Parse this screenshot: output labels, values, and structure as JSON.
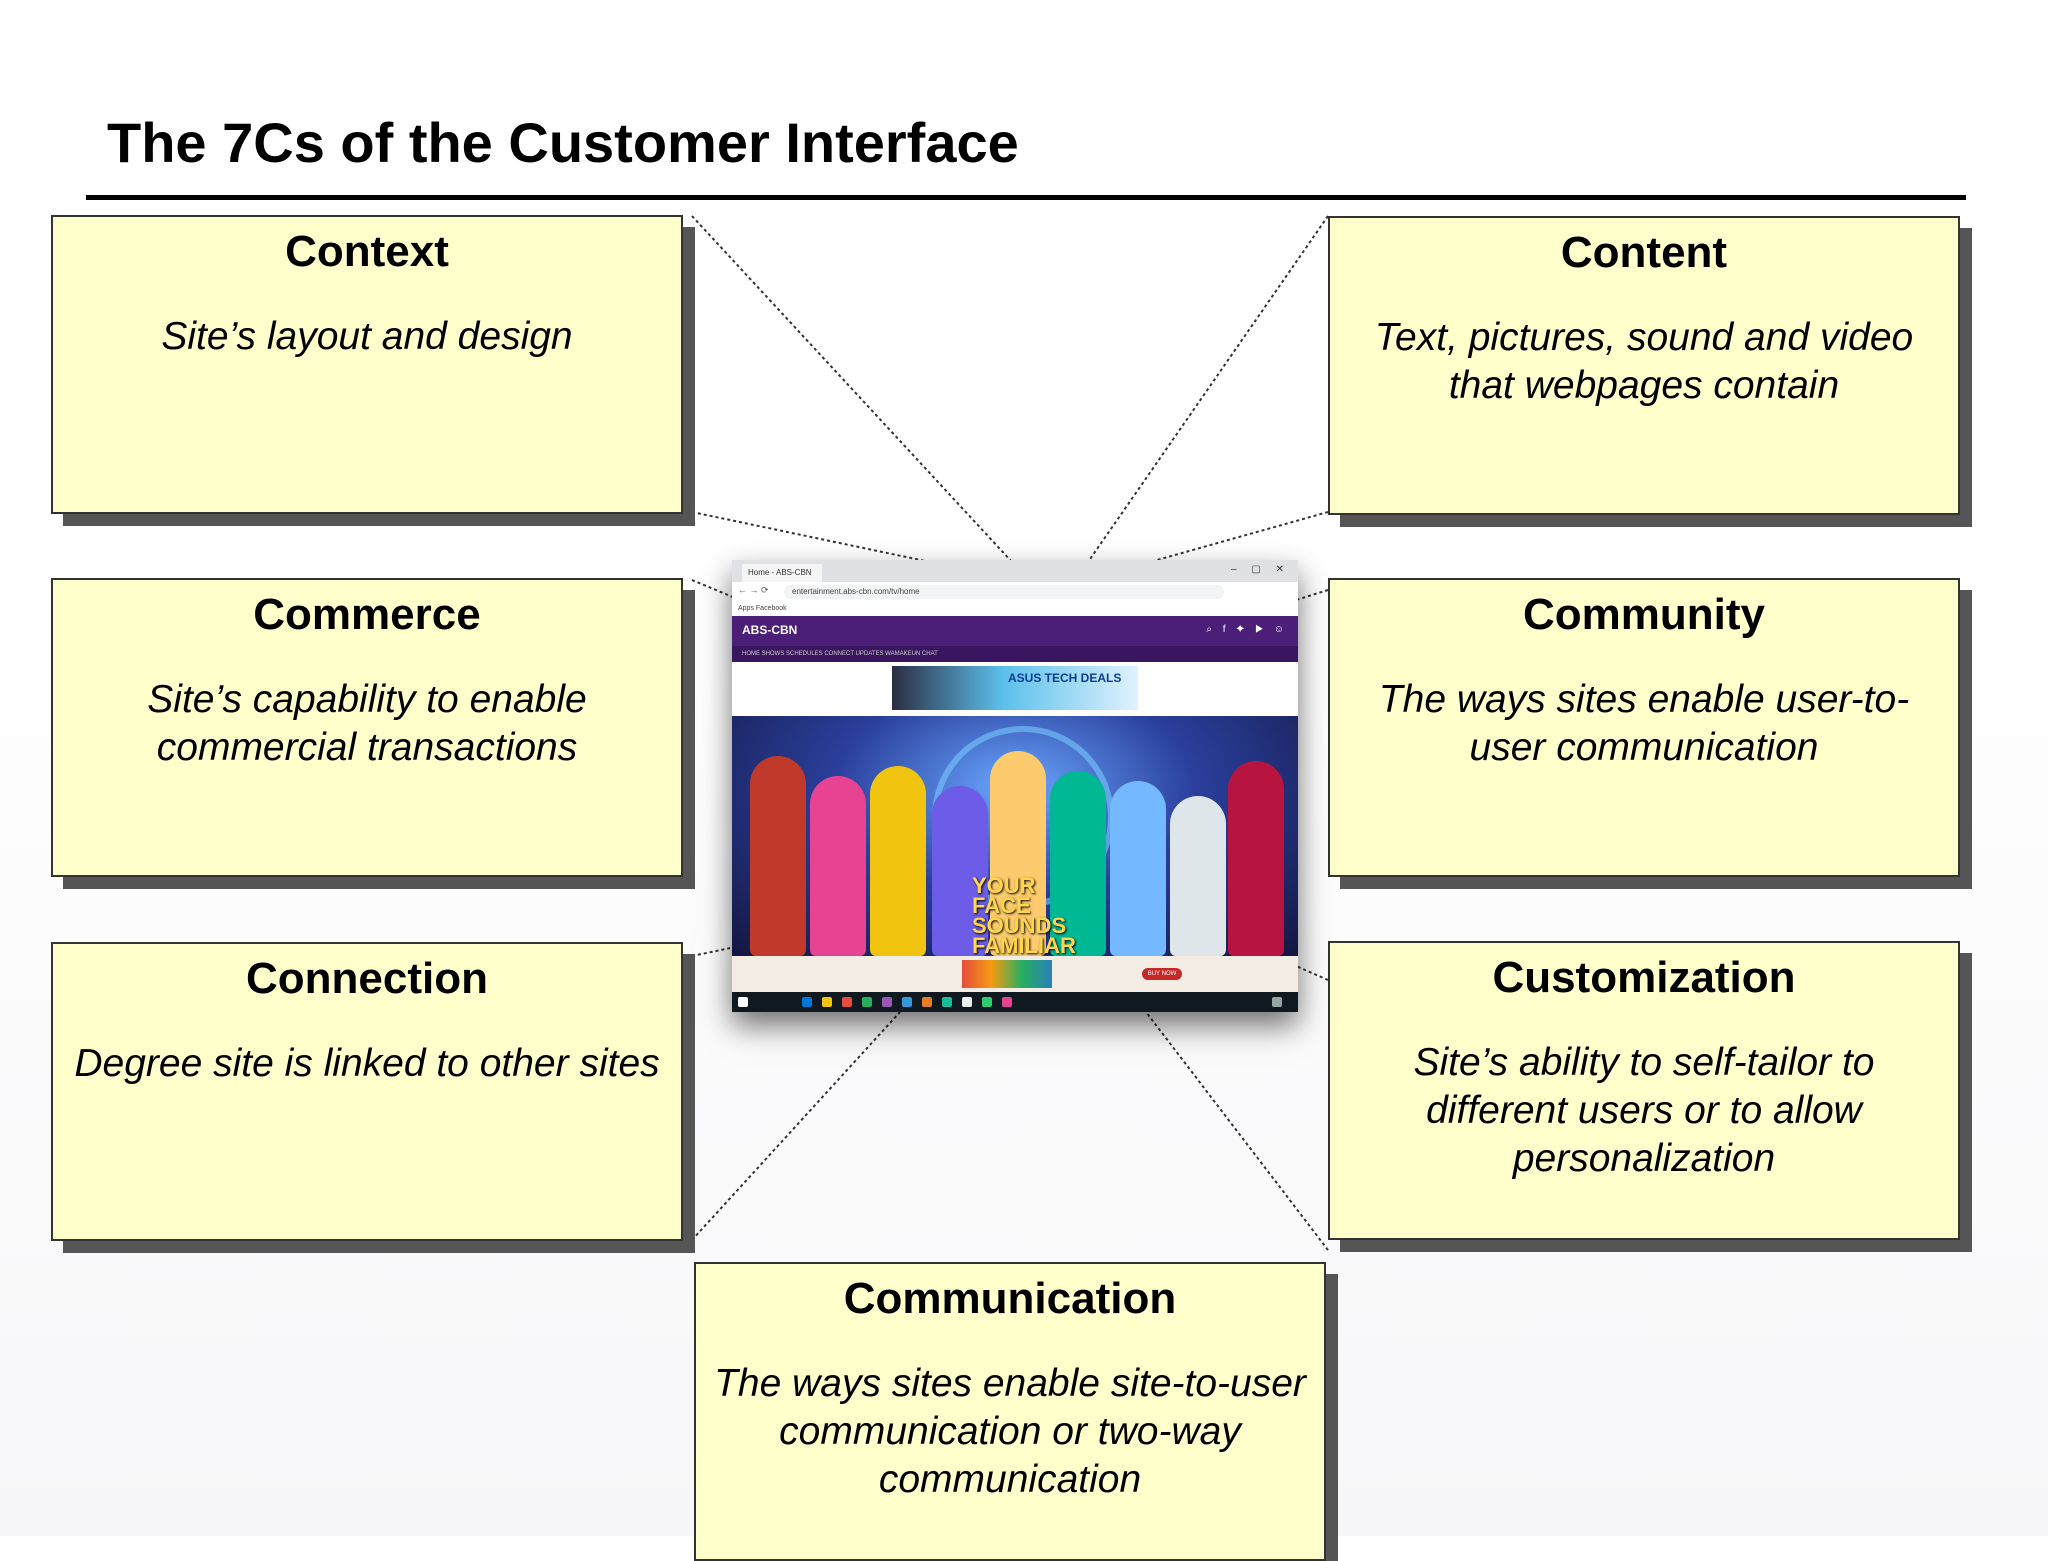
{
  "title": "The 7Cs of the Customer Interface",
  "boxes": {
    "context": {
      "heading": "Context",
      "text": "Site’s layout and design"
    },
    "content": {
      "heading": "Content",
      "text": "Text, pictures, sound and video that webpages contain"
    },
    "commerce": {
      "heading": "Commerce",
      "text": "Site’s capability to enable commercial transactions"
    },
    "community": {
      "heading": "Community",
      "text": "The ways sites enable user-to-user communication"
    },
    "connection": {
      "heading": "Connection",
      "text": "Degree site is linked to other sites"
    },
    "customization": {
      "heading": "Customization",
      "text": "Site’s ability to self-tailor to different users or to allow personalization"
    },
    "communication": {
      "heading": "Communication",
      "text": "The ways sites enable site-to-user communication or two-way communication"
    }
  },
  "screenshot": {
    "tab_title": "Home - ABS-CBN Enter...",
    "window_controls": "– ▢ ✕",
    "url": "entertainment.abs-cbn.com/tv/home",
    "bookmarks": "Apps   Facebook",
    "site_logo": "ABS-CBN",
    "site_nav": "HOME   SHOWS   SCHEDULES   CONNECT   UPDATES   WAMAKEUN CHAT",
    "ad_text": "ASUS TECH DEALS",
    "hero_text": "YOUR FACE SOUNDS FAMILIAR KIDS",
    "buy_button": "BUY NOW"
  },
  "colors": {
    "box_fill": "#ffffcc",
    "box_shadow": "#555555",
    "site_purple": "#4b1e78"
  }
}
